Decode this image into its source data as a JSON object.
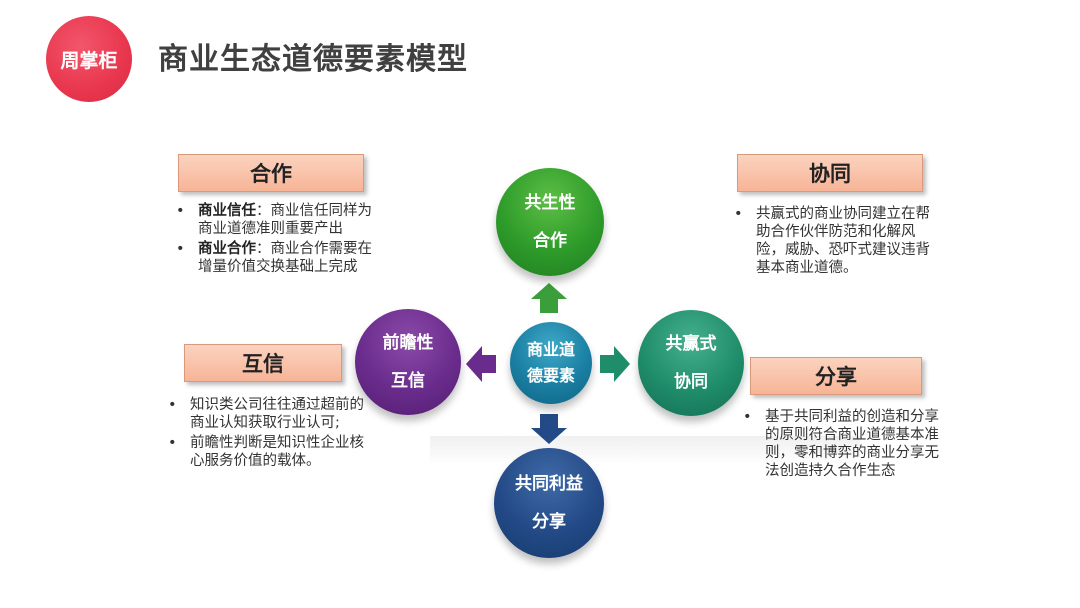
{
  "logo": {
    "text": "周掌柜"
  },
  "title": "商业生态道德要素模型",
  "center": {
    "line1": "商业道",
    "line2": "德要素"
  },
  "nodes": {
    "top": {
      "line1": "共生性",
      "line2": "合作"
    },
    "left": {
      "line1": "前瞻性",
      "line2": "互信"
    },
    "right": {
      "line1": "共赢式",
      "line2": "协同"
    },
    "bottom": {
      "line1": "共同利益",
      "line2": "分享"
    }
  },
  "boxes": {
    "cooperation": {
      "title": "合作",
      "items": [
        {
          "bold": "商业信任",
          "text": "：商业信任同样为商业道德准则重要产出"
        },
        {
          "bold": "商业合作",
          "text": "：商业合作需要在增量价值交换基础上完成"
        }
      ]
    },
    "trust": {
      "title": "互信",
      "items": [
        {
          "text": "知识类公司往往通过超前的商业认知获取行业认可;"
        },
        {
          "text": "前瞻性判断是知识性企业核心服务价值的载体。"
        }
      ]
    },
    "synergy": {
      "title": "协同",
      "items": [
        {
          "text": "共赢式的商业协同建立在帮助合作伙伴防范和化解风险，威胁、恐吓式建议违背基本商业道德。"
        }
      ]
    },
    "sharing": {
      "title": "分享",
      "items": [
        {
          "text": "基于共同利益的创造和分享的原则符合商业道德基本准则，零和博弈的商业分享无法创造持久合作生态"
        }
      ]
    }
  },
  "colors": {
    "logo": "#e8364e",
    "box_fill": "#f7b497",
    "green": "#2e9b2a",
    "teal": "#1f8c6a",
    "purple": "#6a2c8c",
    "navy": "#234a86",
    "center": "#1a7fa2"
  }
}
